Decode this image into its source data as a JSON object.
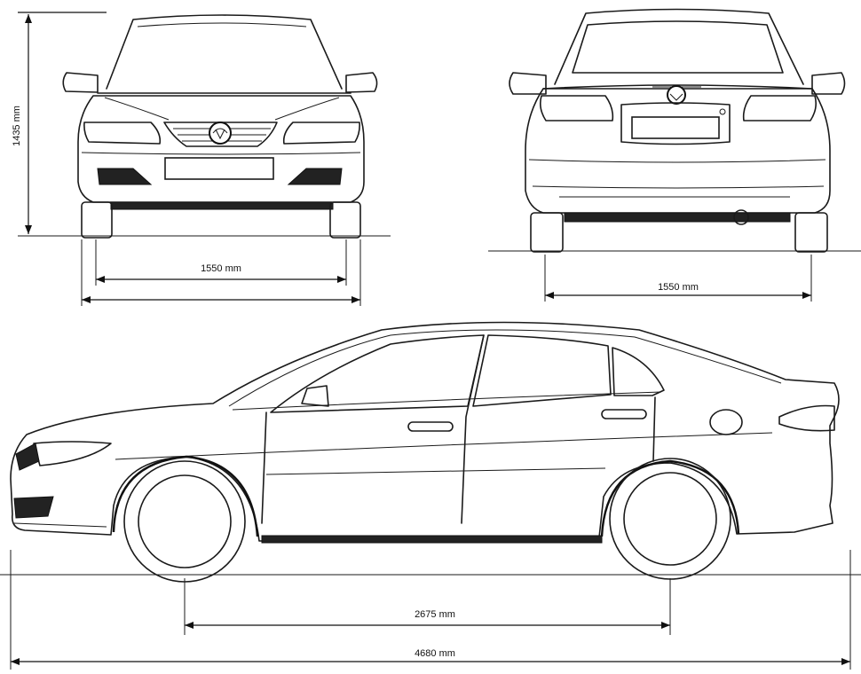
{
  "dimensions": {
    "height": "1435 mm",
    "front_track": "1550 mm",
    "rear_track": "1550 mm",
    "wheelbase": "2675 mm",
    "overall_length": "4680 mm"
  }
}
